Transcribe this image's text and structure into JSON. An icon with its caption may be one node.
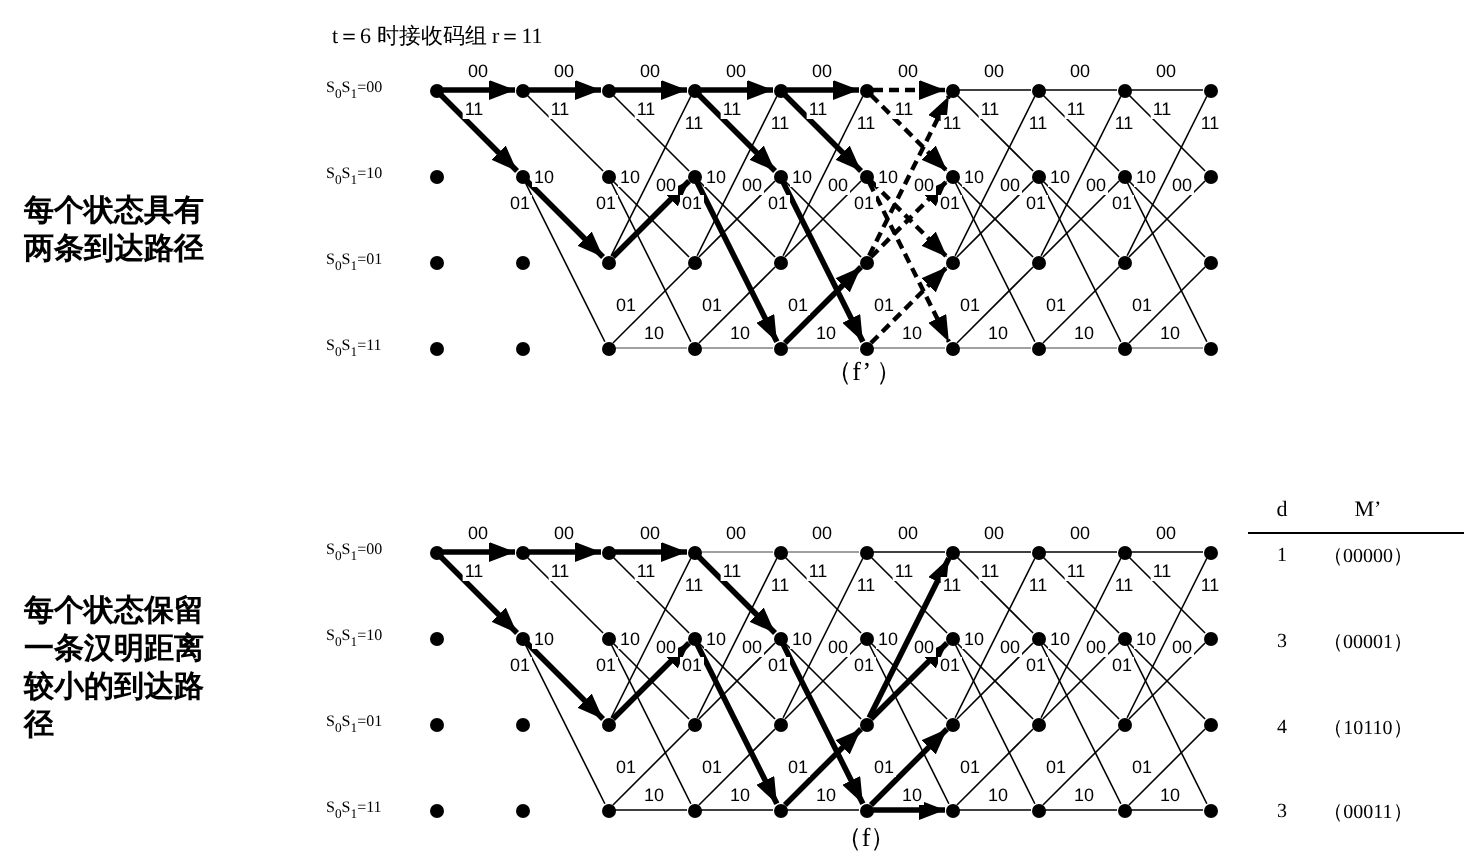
{
  "diagram": {
    "nodes": [
      {
        "text": [],
        "shape": "circle"
      },
      {
        "text": [],
        "shape": "circle"
      },
      {
        "text": [],
        "shape": "circle"
      },
      {
        "text": [],
        "shape": "circle"
      },
      {
        "text": [],
        "shape": "circle"
      },
      {
        "text": [],
        "shape": "circle"
      },
      {
        "text": [],
        "shape": "circle"
      },
      {
        "text": [],
        "shape": "circle"
      },
      {
        "text": [],
        "shape": "circle"
      },
      {
        "text": [],
        "shape": "circle"
      },
      {
        "text": [],
        "shape": "circle"
      },
      {
        "text": [],
        "shape": "circle"
      },
      {
        "text": [],
        "shape": "circle"
      },
      {
        "text": [],
        "shape": "circle"
      },
      {
        "text": [],
        "shape": "circle"
      },
      {
        "text": [],
        "shape": "circle"
      },
      {
        "text": [],
        "shape": "circle"
      },
      {
        "text": [],
        "shape": "circle"
      },
      {
        "text": [],
        "shape": "circle"
      },
      {
        "text": [],
        "shape": "circle"
      },
      {
        "text": [],
        "shape": "circle"
      },
      {
        "text": [],
        "shape": "circle"
      },
      {
        "text": [],
        "shape": "circle"
      },
      {
        "text": [],
        "shape": "circle"
      },
      {
        "text": [],
        "shape": "circle"
      },
      {
        "text": [],
        "shape": "circle"
      },
      {
        "text": [],
        "shape": "circle"
      },
      {
        "text": [],
        "shape": "circle"
      },
      {
        "text": [],
        "shape": "circle"
      },
      {
        "text": [],
        "shape": "circle"
      },
      {
        "text": [],
        "shape": "circle"
      },
      {
        "text": [],
        "shape": "circle"
      },
      {
        "text": [],
        "shape": "circle"
      },
      {
        "text": [],
        "shape": "circle"
      },
      {
        "text": [],
        "shape": "circle"
      },
      {
        "text": [],
        "shape": "circle"
      },
      {
        "text": [],
        "shape": "circle"
      },
      {
        "text": [],
        "shape": "circle"
      },
      {
        "text": [],
        "shape": "circle"
      },
      {
        "text": [],
        "shape": "circle"
      },
      {
        "text": [],
        "shape": "circle"
      },
      {
        "text": [],
        "shape": "circle"
      },
      {
        "text": [],
        "shape": "circle"
      },
      {
        "text": [],
        "shape": "circle"
      },
      {
        "text": [],
        "shape": "circle"
      },
      {
        "text": [],
        "shape": "circle"
      },
      {
        "text": [],
        "shape": "circle"
      },
      {
        "text": [],
        "shape": "circle"
      },
      {
        "text": [],
        "shape": "circle"
      },
      {
        "text": [],
        "shape": "circle"
      },
      {
        "text": [],
        "shape": "circle"
      },
      {
        "text": [],
        "shape": "circle"
      },
      {
        "text": [],
        "shape": "circle"
      },
      {
        "text": [],
        "shape": "circle"
      },
      {
        "text": [],
        "shape": "circle"
      },
      {
        "text": [],
        "shape": "circle"
      },
      {
        "text": [],
        "shape": "circle"
      },
      {
        "text": [],
        "shape": "circle"
      },
      {
        "text": [],
        "shape": "circle"
      },
      {
        "text": [],
        "shape": "circle"
      },
      {
        "text": [],
        "shape": "circle"
      },
      {
        "text": [],
        "shape": "circle"
      },
      {
        "text": [],
        "shape": "circle"
      },
      {
        "text": [],
        "shape": "circle"
      },
      {
        "text": [],
        "shape": "circle"
      },
      {
        "text": [],
        "shape": "circle"
      },
      {
        "text": [],
        "shape": "circle"
      },
      {
        "text": [],
        "shape": "circle"
      },
      {
        "text": [],
        "shape": "circle"
      },
      {
        "text": [],
        "shape": "circle"
      },
      {
        "text": [],
        "shape": "circle"
      },
      {
        "text": [],
        "shape": "circle"
      },
      {
        "text": [],
        "shape": "circle"
      },
      {
        "text": [],
        "shape": "circle"
      },
      {
        "text": [],
        "shape": "circle"
      },
      {
        "text": [],
        "shape": "circle"
      },
      {
        "text": [],
        "shape": "circle"
      },
      {
        "text": [],
        "shape": "circle"
      },
      {
        "text": [],
        "shape": "circle"
      },
      {
        "text": [],
        "shape": "circle"
      }
    ],
    "edges": [
      {
        "from": 0,
        "to": 1,
        "arrow": "to",
        "style": "thick",
        "label": "00"
      },
      {
        "from": 0,
        "to": 11,
        "arrow": "to",
        "style": "thick",
        "label": "11"
      },
      {
        "from": 1,
        "to": 2,
        "arrow": "to",
        "style": "thick",
        "label": "00"
      },
      {
        "from": 1,
        "to": 12,
        "arrow": "none",
        "label": "11"
      },
      {
        "from": 11,
        "to": 22,
        "arrow": "to",
        "style": "thick",
        "label": "10"
      },
      {
        "from": 11,
        "to": 32,
        "arrow": "none",
        "label": "01"
      },
      {
        "from": 2,
        "to": 3,
        "arrow": "to",
        "style": "thick",
        "label": "00"
      },
      {
        "from": 2,
        "to": 13,
        "arrow": "none",
        "label": "11"
      },
      {
        "from": 12,
        "to": 23,
        "arrow": "none",
        "label": "10"
      },
      {
        "from": 12,
        "to": 33,
        "arrow": "none",
        "label": "01"
      },
      {
        "from": 22,
        "to": 3,
        "arrow": "none",
        "label": "11"
      },
      {
        "from": 22,
        "to": 13,
        "arrow": "to",
        "style": "thick",
        "label": "00"
      },
      {
        "from": 32,
        "to": 23,
        "arrow": "none",
        "label": "01"
      },
      {
        "from": 32,
        "to": 33,
        "arrow": "none",
        "color": "#808080",
        "label": "10"
      },
      {
        "from": 3,
        "to": 4,
        "arrow": "to",
        "style": "thick",
        "label": "00"
      },
      {
        "from": 3,
        "to": 14,
        "arrow": "to",
        "style": "thick",
        "label": "11"
      },
      {
        "from": 13,
        "to": 24,
        "arrow": "none",
        "label": "10"
      },
      {
        "from": 13,
        "to": 34,
        "arrow": "to",
        "style": "thick",
        "label": "01"
      },
      {
        "from": 23,
        "to": 4,
        "arrow": "none",
        "label": "11"
      },
      {
        "from": 23,
        "to": 14,
        "arrow": "none",
        "label": "00"
      },
      {
        "from": 33,
        "to": 24,
        "arrow": "none",
        "label": "01"
      },
      {
        "from": 33,
        "to": 34,
        "arrow": "none",
        "color": "#808080",
        "label": "10"
      },
      {
        "from": 4,
        "to": 5,
        "arrow": "to",
        "style": "thick",
        "label": "00"
      },
      {
        "from": 4,
        "to": 15,
        "arrow": "to",
        "style": "thick",
        "label": "11"
      },
      {
        "from": 14,
        "to": 25,
        "arrow": "none",
        "label": "10"
      },
      {
        "from": 14,
        "to": 35,
        "arrow": "to",
        "style": "thick",
        "label": "01"
      },
      {
        "from": 24,
        "to": 5,
        "arrow": "none",
        "label": "11"
      },
      {
        "from": 24,
        "to": 15,
        "arrow": "none",
        "label": "00"
      },
      {
        "from": 34,
        "to": 25,
        "arrow": "to",
        "style": "thick",
        "label": "01"
      },
      {
        "from": 34,
        "to": 35,
        "arrow": "none",
        "color": "#808080",
        "label": "10"
      },
      {
        "from": 5,
        "to": 6,
        "arrow": "to",
        "style": "dashed",
        "label": "00"
      },
      {
        "from": 5,
        "to": 16,
        "arrow": "to",
        "style": "dashed",
        "label": "11"
      },
      {
        "from": 15,
        "to": 26,
        "arrow": "to",
        "style": "dashed",
        "label": "10"
      },
      {
        "from": 15,
        "to": 36,
        "arrow": "to",
        "style": "dashed",
        "label": "01"
      },
      {
        "from": 25,
        "to": 6,
        "arrow": "to",
        "style": "dashed",
        "label": "11"
      },
      {
        "from": 25,
        "to": 16,
        "arrow": "to",
        "style": "dashed",
        "label": "00"
      },
      {
        "from": 35,
        "to": 26,
        "arrow": "to",
        "style": "dashed",
        "label": "01"
      },
      {
        "from": 35,
        "to": 36,
        "arrow": "none",
        "color": "#808080",
        "label": "10"
      },
      {
        "from": 6,
        "to": 7,
        "arrow": "none",
        "label": "00"
      },
      {
        "from": 6,
        "to": 17,
        "arrow": "none",
        "label": "11"
      },
      {
        "from": 16,
        "to": 27,
        "arrow": "none",
        "label": "10"
      },
      {
        "from": 16,
        "to": 37,
        "arrow": "none",
        "label": "01"
      },
      {
        "from": 26,
        "to": 7,
        "arrow": "none",
        "label": "11"
      },
      {
        "from": 26,
        "to": 17,
        "arrow": "none",
        "label": "00"
      },
      {
        "from": 36,
        "to": 27,
        "arrow": "none",
        "label": "01"
      },
      {
        "from": 36,
        "to": 37,
        "arrow": "none",
        "color": "#808080",
        "label": "10"
      },
      {
        "from": 7,
        "to": 8,
        "arrow": "none",
        "label": "00"
      },
      {
        "from": 7,
        "to": 18,
        "arrow": "none",
        "label": "11"
      },
      {
        "from": 17,
        "to": 28,
        "arrow": "none",
        "label": "10"
      },
      {
        "from": 17,
        "to": 38,
        "arrow": "none",
        "label": "01"
      },
      {
        "from": 27,
        "to": 8,
        "arrow": "none",
        "label": "11"
      },
      {
        "from": 27,
        "to": 18,
        "arrow": "none",
        "label": "00"
      },
      {
        "from": 37,
        "to": 28,
        "arrow": "none",
        "label": "01"
      },
      {
        "from": 37,
        "to": 38,
        "arrow": "none",
        "color": "#808080",
        "label": "10"
      },
      {
        "from": 8,
        "to": 9,
        "arrow": "none",
        "label": "00"
      },
      {
        "from": 8,
        "to": 19,
        "arrow": "none",
        "label": "11"
      },
      {
        "from": 18,
        "to": 29,
        "arrow": "none",
        "label": "10"
      },
      {
        "from": 18,
        "to": 39,
        "arrow": "none",
        "label": "01"
      },
      {
        "from": 28,
        "to": 9,
        "arrow": "none",
        "label": "11"
      },
      {
        "from": 28,
        "to": 19,
        "arrow": "none",
        "label": "00"
      },
      {
        "from": 38,
        "to": 29,
        "arrow": "none",
        "label": "01"
      },
      {
        "from": 38,
        "to": 39,
        "arrow": "none",
        "color": "#808080",
        "label": "10"
      },
      {
        "from": 40,
        "to": 41,
        "arrow": "to",
        "style": "thick",
        "label": "00"
      },
      {
        "from": 40,
        "to": 51,
        "arrow": "to",
        "style": "thick",
        "label": "11"
      },
      {
        "from": 41,
        "to": 42,
        "arrow": "to",
        "style": "thick",
        "label": "00"
      },
      {
        "from": 41,
        "to": 52,
        "arrow": "none",
        "label": "11"
      },
      {
        "from": 51,
        "to": 62,
        "arrow": "to",
        "style": "thick",
        "label": "10"
      },
      {
        "from": 51,
        "to": 72,
        "arrow": "none",
        "label": "01"
      },
      {
        "from": 42,
        "to": 43,
        "arrow": "to",
        "style": "thick",
        "label": "00"
      },
      {
        "from": 42,
        "to": 53,
        "arrow": "none",
        "label": "11"
      },
      {
        "from": 52,
        "to": 63,
        "arrow": "none",
        "label": "10"
      },
      {
        "from": 52,
        "to": 73,
        "arrow": "none",
        "label": "01"
      },
      {
        "from": 62,
        "to": 43,
        "arrow": "none",
        "label": "11"
      },
      {
        "from": 62,
        "to": 53,
        "arrow": "to",
        "style": "thick",
        "label": "00"
      },
      {
        "from": 72,
        "to": 63,
        "arrow": "none",
        "label": "01"
      },
      {
        "from": 72,
        "to": 73,
        "arrow": "none",
        "label": "10"
      },
      {
        "from": 43,
        "to": 44,
        "arrow": "none",
        "color": "#808080",
        "label": "00"
      },
      {
        "from": 43,
        "to": 54,
        "arrow": "to",
        "style": "thick",
        "label": "11"
      },
      {
        "from": 53,
        "to": 64,
        "arrow": "none",
        "label": "10"
      },
      {
        "from": 53,
        "to": 74,
        "arrow": "to",
        "style": "thick",
        "label": "01"
      },
      {
        "from": 63,
        "to": 44,
        "arrow": "none",
        "label": "11"
      },
      {
        "from": 63,
        "to": 54,
        "arrow": "none",
        "label": "00"
      },
      {
        "from": 73,
        "to": 64,
        "arrow": "none",
        "label": "01"
      },
      {
        "from": 73,
        "to": 74,
        "arrow": "none",
        "label": "10"
      },
      {
        "from": 44,
        "to": 45,
        "arrow": "none",
        "color": "#808080",
        "label": "00"
      },
      {
        "from": 44,
        "to": 55,
        "arrow": "none",
        "label": "11"
      },
      {
        "from": 54,
        "to": 65,
        "arrow": "none",
        "label": "10"
      },
      {
        "from": 54,
        "to": 75,
        "arrow": "to",
        "style": "thick",
        "label": "01"
      },
      {
        "from": 64,
        "to": 45,
        "arrow": "none",
        "label": "11"
      },
      {
        "from": 64,
        "to": 55,
        "arrow": "none",
        "label": "00"
      },
      {
        "from": 74,
        "to": 65,
        "arrow": "to",
        "style": "thick",
        "label": "01"
      },
      {
        "from": 74,
        "to": 75,
        "arrow": "none",
        "label": "10"
      },
      {
        "from": 45,
        "to": 46,
        "arrow": "none",
        "label": "00"
      },
      {
        "from": 45,
        "to": 56,
        "arrow": "none",
        "label": "11"
      },
      {
        "from": 55,
        "to": 66,
        "arrow": "none",
        "label": "10"
      },
      {
        "from": 55,
        "to": 76,
        "arrow": "none",
        "label": "01"
      },
      {
        "from": 65,
        "to": 46,
        "arrow": "to",
        "style": "thick",
        "label": "11"
      },
      {
        "from": 65,
        "to": 56,
        "arrow": "to",
        "style": "thick",
        "label": "00"
      },
      {
        "from": 75,
        "to": 66,
        "arrow": "to",
        "style": "thick",
        "label": "01"
      },
      {
        "from": 75,
        "to": 76,
        "arrow": "to",
        "style": "thick",
        "label": "10"
      },
      {
        "from": 46,
        "to": 47,
        "arrow": "none",
        "label": "00"
      },
      {
        "from": 46,
        "to": 57,
        "arrow": "none",
        "label": "11"
      },
      {
        "from": 56,
        "to": 67,
        "arrow": "none",
        "label": "10"
      },
      {
        "from": 56,
        "to": 77,
        "arrow": "none",
        "label": "01"
      },
      {
        "from": 66,
        "to": 47,
        "arrow": "none",
        "label": "11"
      },
      {
        "from": 66,
        "to": 57,
        "arrow": "none",
        "label": "00"
      },
      {
        "from": 76,
        "to": 67,
        "arrow": "none",
        "label": "01"
      },
      {
        "from": 76,
        "to": 77,
        "arrow": "none",
        "label": "10"
      },
      {
        "from": 47,
        "to": 48,
        "arrow": "none",
        "label": "00"
      },
      {
        "from": 47,
        "to": 58,
        "arrow": "none",
        "label": "11"
      },
      {
        "from": 57,
        "to": 68,
        "arrow": "none",
        "label": "10"
      },
      {
        "from": 57,
        "to": 78,
        "arrow": "none",
        "label": "01"
      },
      {
        "from": 67,
        "to": 48,
        "arrow": "none",
        "label": "11"
      },
      {
        "from": 67,
        "to": 58,
        "arrow": "none",
        "label": "00"
      },
      {
        "from": 77,
        "to": 68,
        "arrow": "none",
        "label": "01"
      },
      {
        "from": 77,
        "to": 78,
        "arrow": "none",
        "label": "10"
      },
      {
        "from": 48,
        "to": 49,
        "arrow": "none",
        "label": "00"
      },
      {
        "from": 48,
        "to": 59,
        "arrow": "none",
        "label": "11"
      },
      {
        "from": 58,
        "to": 69,
        "arrow": "none",
        "label": "10"
      },
      {
        "from": 58,
        "to": 79,
        "arrow": "none",
        "label": "01"
      },
      {
        "from": 68,
        "to": 49,
        "arrow": "none",
        "label": "11"
      },
      {
        "from": 68,
        "to": 59,
        "arrow": "none",
        "label": "00"
      },
      {
        "from": 78,
        "to": 69,
        "arrow": "none",
        "label": "01"
      },
      {
        "from": 78,
        "to": 79,
        "arrow": "none",
        "label": "10"
      }
    ],
    "labels": [
      "t＝6 时接收码组 r＝11",
      "S$_{0}$S$_{1}$=00",
      "S$_{0}$S$_{1}$=10",
      "每个状态具有两条到达路径",
      "S$_{0}$S$_{1}$=01",
      "S$_{0}$S$_{1}$=11",
      "（f’ ）",
      "d",
      "M’",
      "S$_{0}$S$_{1}$=00",
      "1",
      "（00000）",
      "每个状态保留一条汉明距离较小的到达路径",
      "S$_{0}$S$_{1}$=10",
      "3",
      "（00001）",
      "S$_{0}$S$_{1}$=01",
      "4",
      "（10110）",
      "S$_{0}$S$_{1}$=11",
      "3",
      "（00011）",
      "（f）"
    ]
  }
}
